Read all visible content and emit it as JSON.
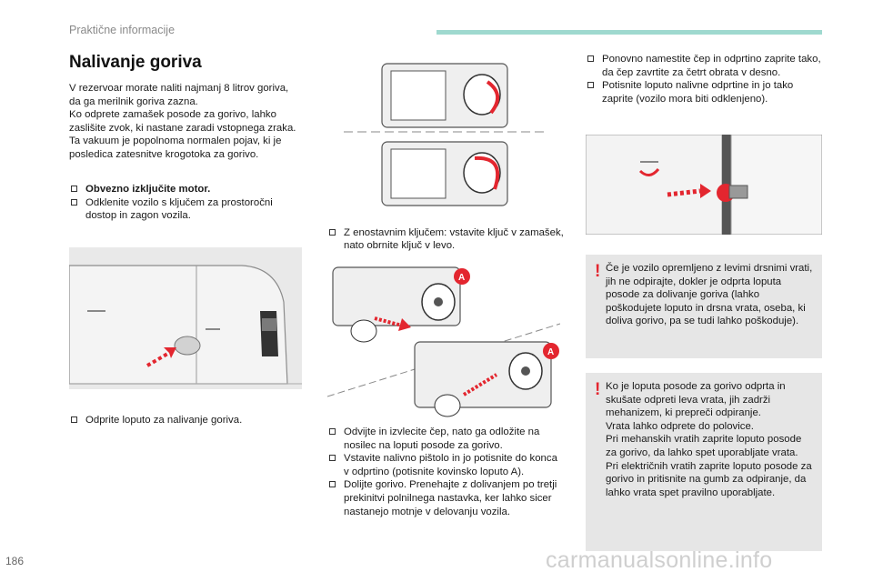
{
  "header": {
    "section": "Praktične informacije"
  },
  "title": "Nalivanje goriva",
  "intro": [
    "V rezervoar morate naliti najmanj 8 litrov goriva, da ga merilnik goriva zazna.",
    "Ko odprete zamašek posode za gorivo, lahko zaslišite zvok, ki nastane zaradi vstopnega zraka. Ta vakuum je popolnoma normalen pojav, ki je posledica zatesnitve krogotoka za gorivo."
  ],
  "steps_left": [
    {
      "text": "Obvezno izključite motor.",
      "bold": true
    },
    {
      "text": "Odklenite vozilo s ključem za prostoročni dostop in zagon vozila.",
      "bold": false
    }
  ],
  "caption_left": "Odprite loputo za nalivanje goriva.",
  "caption_middle_top": "Z enostavnim ključem: vstavite ključ v zamašek, nato obrnite ključ v levo.",
  "steps_middle_bottom": [
    "Odvijte in izvlecite čep, nato ga odložite na nosilec na loputi posode za gorivo.",
    "Vstavite nalivno pištolo in jo potisnite do konca v odprtino (potisnite kovinsko loputo A).",
    "Dolijte gorivo. Prenehajte z dolivanjem po tretji prekinitvi polnilnega nastavka, ker lahko sicer nastanejo motnje v delovanju vozila."
  ],
  "steps_right": [
    "Ponovno namestite čep in odprtino zaprite tako, da čep zavrtite za četrt obrata v desno.",
    "Potisnite loputo nalivne odprtine in jo tako zaprite (vozilo mora biti odklenjeno)."
  ],
  "warning1": {
    "icon": "!",
    "text": "Če je vozilo opremljeno z levimi drsnimi vrati, jih ne odpirajte, dokler je odprta loputa posode za dolivanje goriva (lahko poškodujete loputo in drsna vrata, oseba, ki doliva gorivo, pa se tudi lahko poškoduje)."
  },
  "warning2": {
    "icon": "!",
    "lines": [
      "Ko je loputa posode za gorivo odprta in skušate odpreti leva vrata, jih zadrži mehanizem, ki prepreči odpiranje.",
      "Vrata lahko odprete do polovice.",
      "Pri mehanskih vratih zaprite loputo posode za gorivo, da lahko spet uporabljate vrata.",
      "Pri električnih vratih zaprite loputo posode za gorivo in pritisnite na gumb za odpiranje, da lahko vrata spet pravilno uporabljate."
    ]
  },
  "figure_labels": {
    "a1": "A",
    "a2": "A"
  },
  "page_number": "186",
  "watermark": "carmanualsonline.info",
  "colors": {
    "accent_bar": "#9fd9cf",
    "arrow_red": "#e3262f",
    "warning_bg": "#e6e6e6"
  }
}
